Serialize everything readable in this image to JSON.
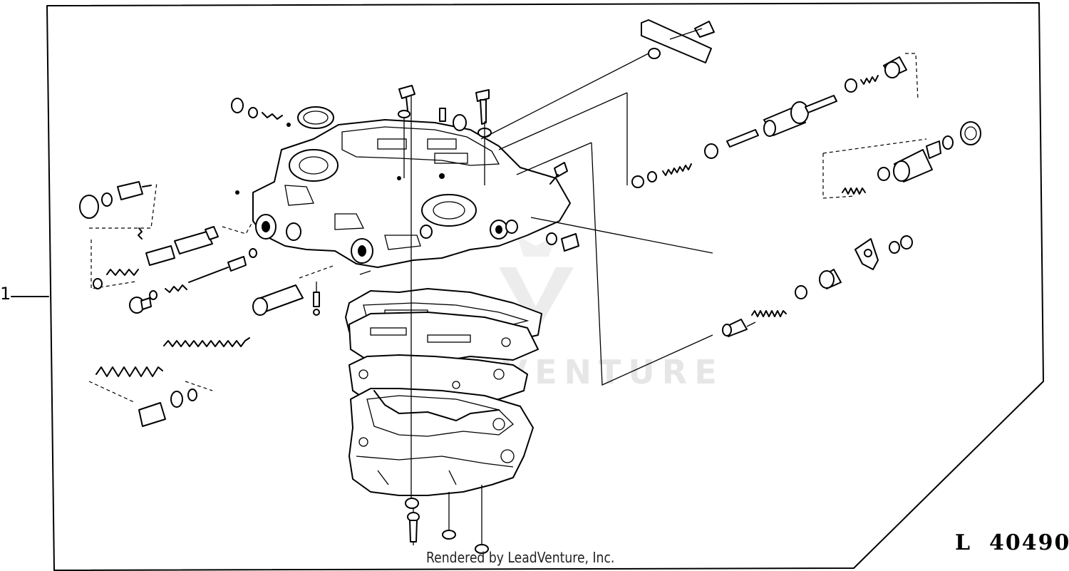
{
  "diagram": {
    "callout_number": "1",
    "drawing_number": "L  40490",
    "credit": "Rendered by LeadVenture, Inc.",
    "watermark": "LEADVENTURE",
    "line_color": "#000000",
    "background_color": "#ffffff",
    "watermark_color": "#e6e6e6"
  }
}
